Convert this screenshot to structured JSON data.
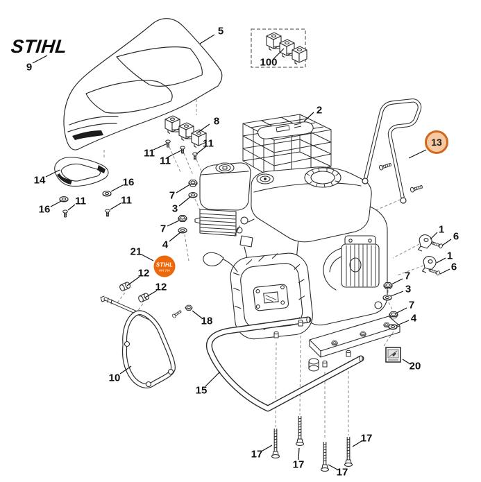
{
  "diagram": {
    "brand_logo": "STIHL",
    "badge": {
      "brand": "STIHL",
      "model": "MH 700"
    },
    "highlighted": {
      "part": "13"
    },
    "group_box_part": "100",
    "colors": {
      "accent_orange": "#eb690a",
      "highlight_fill": "#f7c9a1",
      "highlight_stroke": "#cf671c",
      "line_color": "#2b2b2b",
      "dashed_color": "#8a8a8a",
      "background": "#ffffff"
    },
    "callouts": [
      {
        "part": "9"
      },
      {
        "part": "5"
      },
      {
        "part": "100"
      },
      {
        "part": "2"
      },
      {
        "part": "8"
      },
      {
        "part": "11"
      },
      {
        "part": "11"
      },
      {
        "part": "11"
      },
      {
        "part": "14"
      },
      {
        "part": "16"
      },
      {
        "part": "11"
      },
      {
        "part": "16"
      },
      {
        "part": "11"
      },
      {
        "part": "7"
      },
      {
        "part": "3"
      },
      {
        "part": "7"
      },
      {
        "part": "4"
      },
      {
        "part": "21"
      },
      {
        "part": "12"
      },
      {
        "part": "12"
      },
      {
        "part": "18"
      },
      {
        "part": "10"
      },
      {
        "part": "15"
      },
      {
        "part": "1"
      },
      {
        "part": "6"
      },
      {
        "part": "1"
      },
      {
        "part": "6"
      },
      {
        "part": "7"
      },
      {
        "part": "3"
      },
      {
        "part": "7"
      },
      {
        "part": "4"
      },
      {
        "part": "20"
      },
      {
        "part": "17"
      },
      {
        "part": "17"
      },
      {
        "part": "17"
      },
      {
        "part": "17"
      }
    ]
  }
}
